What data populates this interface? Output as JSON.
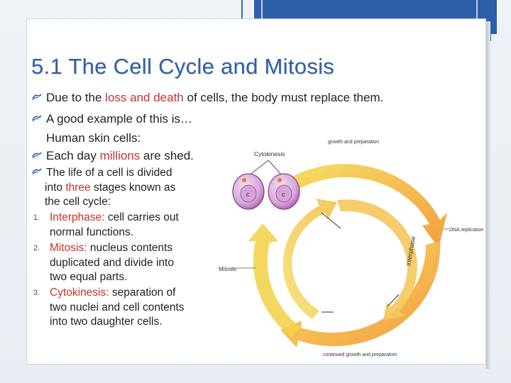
{
  "slide": {
    "title": "5.1 The Cell Cycle and Mitosis",
    "bullets": [
      {
        "pre": "Due to the ",
        "hl": "loss and death",
        "post": " of cells, the body must replace them."
      },
      {
        "text": "A good example of this is…"
      },
      {
        "text": "Human skin cells:"
      },
      {
        "pre": "Each day ",
        "hl": "millions",
        "post": " are shed."
      }
    ],
    "stages_intro": {
      "line1": "The life of a cell is divided",
      "line2_pre": "into ",
      "line2_hl": "three",
      "line2_post": " stages known as",
      "line3": "the cell cycle:"
    },
    "stages": [
      {
        "num": "1.",
        "term": "Interphase:",
        "lines": [
          " cell carries out",
          "normal functions."
        ]
      },
      {
        "num": "2.",
        "term": "Mitosis:",
        "lines": [
          " nucleus contents",
          "duplicated and divide into",
          "two equal parts."
        ]
      },
      {
        "num": "3.",
        "term": "Cytokinesis:",
        "lines": [
          " separation of",
          "two nuclei and cell contents",
          "into two daughter cells."
        ]
      }
    ]
  },
  "diagram": {
    "labels": {
      "cytokinesis": "Cytokinesis",
      "growth": "growth and preparation",
      "dna": "DNA replication",
      "interphase": "interphase",
      "mitosis": "Mitosis",
      "continued": "continued growth and preparation"
    },
    "cell_glyph": "c",
    "colors": {
      "arrow_yellow": "#f2d44a",
      "arrow_orange": "#f3a33d",
      "cell_purple": "#b36fb6",
      "title_blue": "#2e5fa8",
      "highlight_red": "#c8312a"
    }
  }
}
